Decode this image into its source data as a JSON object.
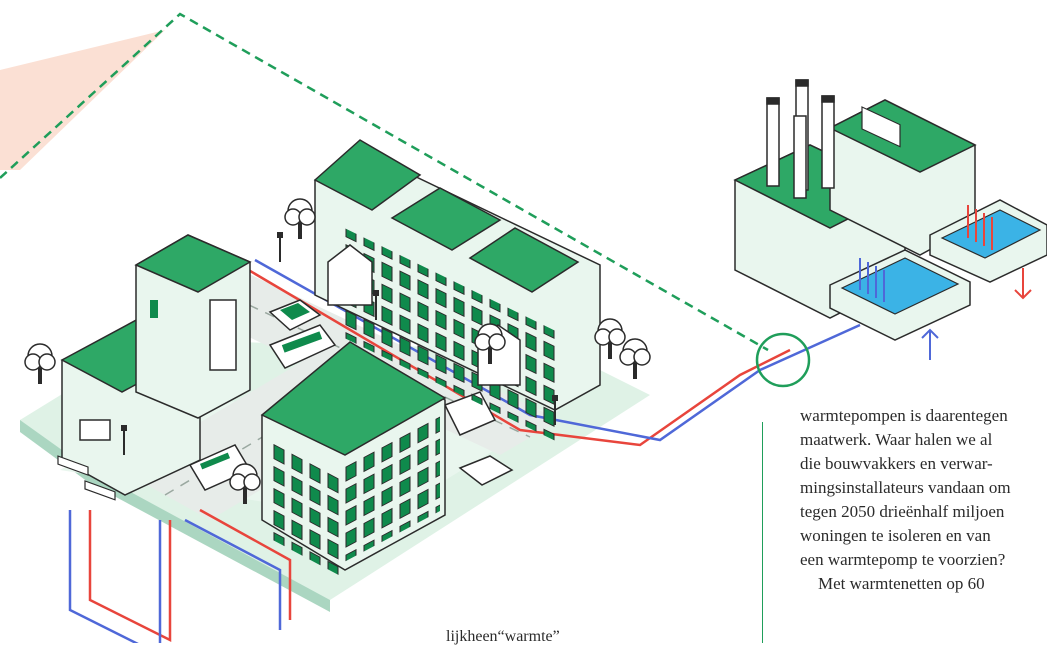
{
  "colors": {
    "green_dark": "#0f8a4c",
    "green_roof": "#2ea866",
    "green_light": "#dff2e6",
    "mint_wall": "#e9f6ee",
    "pipe_red": "#e8453c",
    "pipe_blue": "#4f68d8",
    "water": "#3bb3e6",
    "dash_green": "#1f9e5a",
    "peach": "#fbe0d4",
    "text": "#2b2b2b"
  },
  "illustration": {
    "highlight_circle": "magnify-circle",
    "flow_arrows": [
      "arrow-down-red",
      "arrow-up-blue"
    ]
  },
  "article": {
    "lines": [
      "warmtepompen is daarentegen",
      "maatwerk. Waar halen we al",
      "die bouwvakkers en verwar-",
      "mingsinstallateurs vandaan om",
      "tegen 2050 drieënhalf miljoen",
      "woningen te isoleren en van",
      "een warmtepomp te voorzien?",
      "Met warmtenetten op 60"
    ]
  },
  "caption_fragment": "lijkheen“warmte”"
}
